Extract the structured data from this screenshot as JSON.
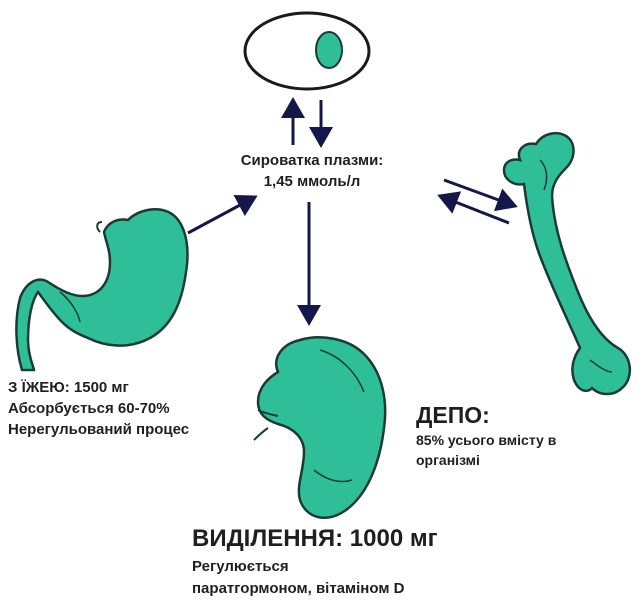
{
  "colors": {
    "organ_fill": "#2fbf98",
    "organ_outline": "#1a3b33",
    "arrow": "#14174a",
    "text": "#1f1f1f"
  },
  "nodes": {
    "cell": {
      "icon": "cell-with-nucleus-icon"
    },
    "serum": {
      "label_line1": "Сироватка плазми:",
      "label_line2": "1,45 ммоль/л"
    },
    "stomach": {
      "icon": "stomach-icon",
      "line1": "З ЇЖЕЮ: 1500 мг",
      "line2": "Абсорбується 60-70%",
      "line3": "Нерегульований процес"
    },
    "bone": {
      "icon": "femur-bone-icon",
      "title": "ДЕПО:",
      "desc": "85% усього вмісту в організмі"
    },
    "kidney": {
      "icon": "kidney-icon",
      "title": "ВИДІЛЕННЯ: 1000 мг",
      "desc_line1": "Регулюється",
      "desc_line2": "паратгормоном, вітаміном D"
    }
  },
  "edges": [
    {
      "from": "serum",
      "to": "cell"
    },
    {
      "from": "cell",
      "to": "serum"
    },
    {
      "from": "stomach",
      "to": "serum"
    },
    {
      "from": "serum",
      "to": "kidney"
    },
    {
      "from": "serum",
      "to": "bone"
    },
    {
      "from": "bone",
      "to": "serum"
    }
  ]
}
